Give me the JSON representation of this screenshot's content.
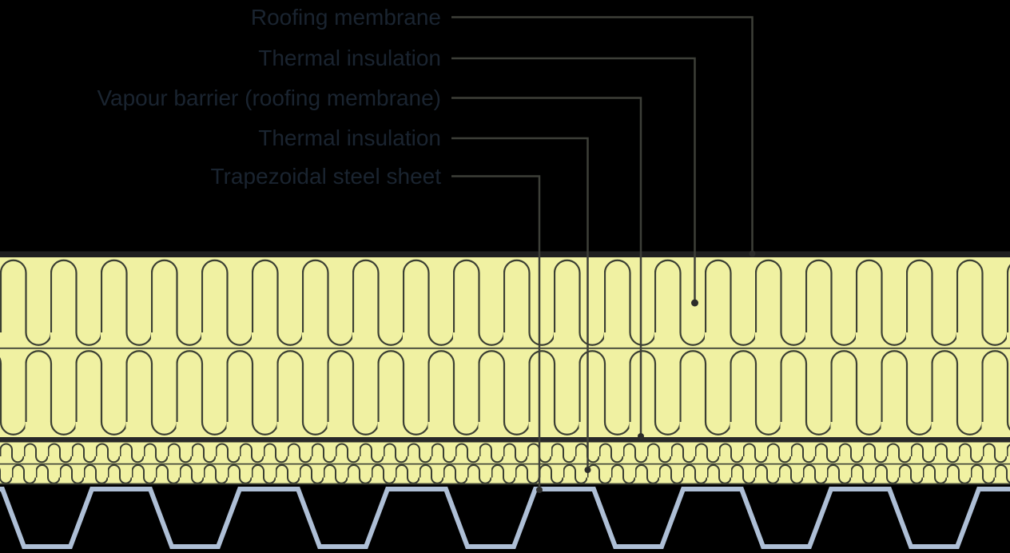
{
  "diagram": {
    "type": "roof-construction-cross-section",
    "labels": [
      {
        "text": "Roofing membrane"
      },
      {
        "text": "Thermal insulation"
      },
      {
        "text": "Vapour barrier (roofing membrane)"
      },
      {
        "text": "Thermal insulation"
      },
      {
        "text": "Trapezoidal steel sheet"
      }
    ],
    "layers_top_to_bottom": [
      {
        "name": "Roofing membrane",
        "color": "#1f1f1f"
      },
      {
        "name": "Thermal insulation",
        "color": "#f0f1a2"
      },
      {
        "name": "Thermal insulation",
        "color": "#f0f1a2"
      },
      {
        "name": "Vapour barrier (roofing membrane)",
        "color": "#282828"
      },
      {
        "name": "Thermal insulation",
        "color": "#f0f1a2"
      },
      {
        "name": "Trapezoidal steel sheet",
        "color": "#aebfd6"
      }
    ],
    "colors": {
      "background": "#000000",
      "label_text": "#1a2430",
      "leader_line": "#3d3f38",
      "callout_dot": "#2c2c2a",
      "insulation_fill": "#f0f1a2",
      "insulation_hatch": "#3b3f33",
      "membrane_strip": "#1f1f1f",
      "vapour_barrier": "#282828",
      "steel_sheet": "#aebfd6"
    }
  }
}
